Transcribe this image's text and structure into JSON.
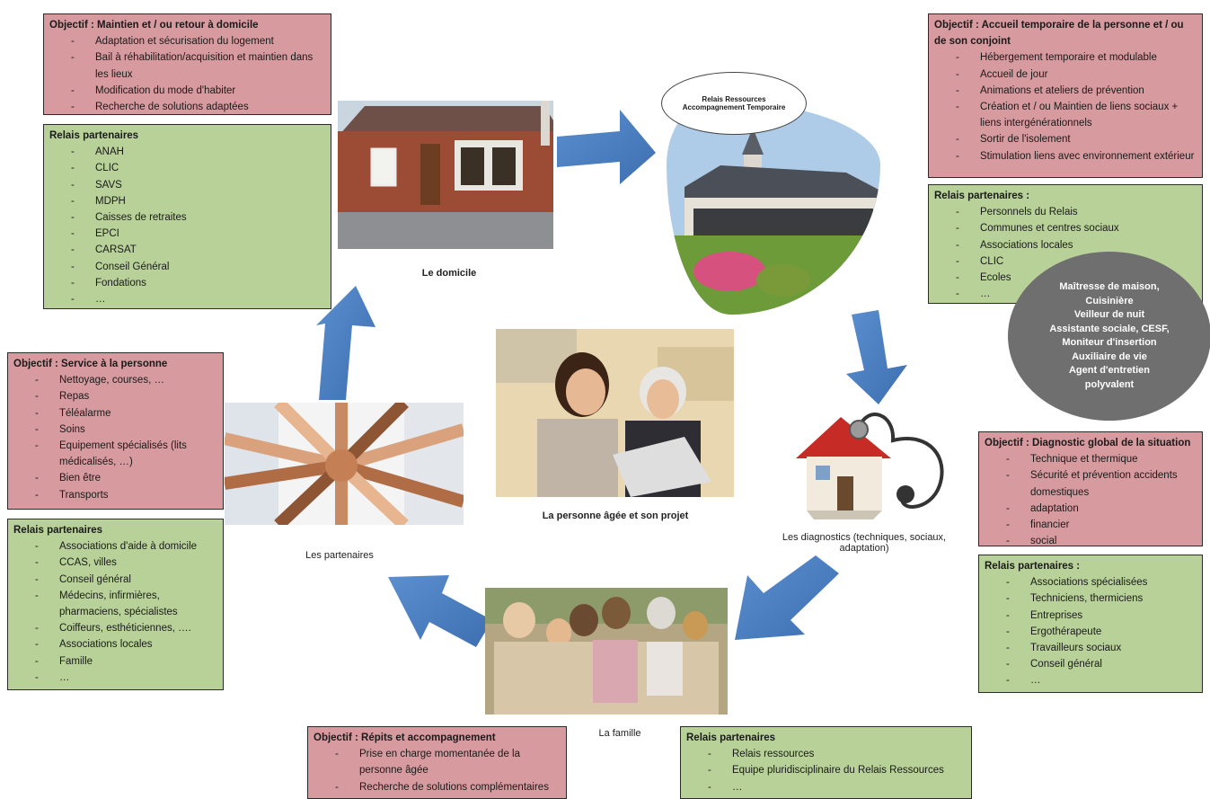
{
  "center": {
    "caption": "La personne âgée et son projet"
  },
  "domicile": {
    "caption": "Le domicile",
    "objective": {
      "title": "Objectif : Maintien et / ou retour à domicile",
      "items": [
        "Adaptation et sécurisation du logement",
        "Bail à réhabilitation/acquisition et maintien dans les lieux",
        "Modification du mode d'habiter",
        "Recherche de solutions adaptées"
      ]
    },
    "partners": {
      "title": "Relais partenaires",
      "items": [
        "ANAH",
        "CLIC",
        "SAVS",
        "MDPH",
        "Caisses de retraites",
        "EPCI",
        "CARSAT",
        "Conseil Général",
        "Fondations",
        "…"
      ]
    }
  },
  "relais": {
    "bubble_line1": "Relais Ressources",
    "bubble_line2": "Accompagnement Temporaire",
    "objective": {
      "title": "Objectif : Accueil temporaire de la personne et / ou de son conjoint",
      "items": [
        "Hébergement temporaire et modulable",
        "Accueil de jour",
        "Animations  et ateliers de prévention",
        "Création et / ou Maintien de liens sociaux + liens intergénérationnels",
        "Sortir de l'isolement",
        "Stimulation liens avec environnement extérieur"
      ]
    },
    "partners": {
      "title": "Relais partenaires :",
      "items": [
        "Personnels du Relais",
        "Communes et centres sociaux",
        "Associations locales",
        "CLIC",
        "Ecoles",
        "…"
      ]
    },
    "staff": [
      "Maîtresse de maison,",
      "Cuisinière",
      "Veilleur de nuit",
      "Assistante sociale, CESF,",
      "Moniteur d'insertion",
      "Auxiliaire de vie",
      "Agent d'entretien",
      "polyvalent"
    ]
  },
  "diagnostics": {
    "caption_line1": "Les diagnostics (techniques, sociaux,",
    "caption_line2": "adaptation)",
    "objective": {
      "title": "Objectif : Diagnostic global de la situation",
      "items": [
        "Technique et thermique",
        "Sécurité et prévention accidents domestiques",
        "adaptation",
        "financier",
        "social"
      ]
    },
    "partners": {
      "title": "Relais partenaires :",
      "items": [
        "Associations spécialisées",
        "Techniciens, thermiciens",
        "Entreprises",
        "Ergothérapeute",
        "Travailleurs sociaux",
        "Conseil général",
        "…"
      ]
    }
  },
  "famille": {
    "caption": "La famille",
    "objective": {
      "title": "Objectif : Répits et accompagnement",
      "items": [
        "Prise en charge momentanée de la personne âgée",
        "Recherche de solutions complémentaires"
      ]
    },
    "partners": {
      "title": "Relais partenaires",
      "items": [
        "Relais ressources",
        "Equipe pluridisciplinaire du Relais Ressources",
        "…"
      ]
    }
  },
  "partenaires": {
    "caption": "Les partenaires",
    "objective": {
      "title": "Objectif : Service à la personne",
      "items": [
        "Nettoyage, courses, …",
        "Repas",
        "Téléalarme",
        "Soins",
        "Equipement spécialisés (lits médicalisés, …)",
        "Bien être",
        "Transports"
      ]
    },
    "partners": {
      "title": "Relais partenaires",
      "items": [
        "Associations d'aide à domicile",
        "CCAS, villes",
        "Conseil général",
        "Médecins, infirmières, pharmaciens, spécialistes",
        "Coiffeurs, esthéticiennes, ….",
        "Associations locales",
        "Famille",
        "…"
      ]
    }
  },
  "colors": {
    "objective_box": "#d79a9f",
    "partners_box": "#b8d198",
    "arrow": "#4a7fc0",
    "staff_ellipse": "#6f6f6f"
  }
}
